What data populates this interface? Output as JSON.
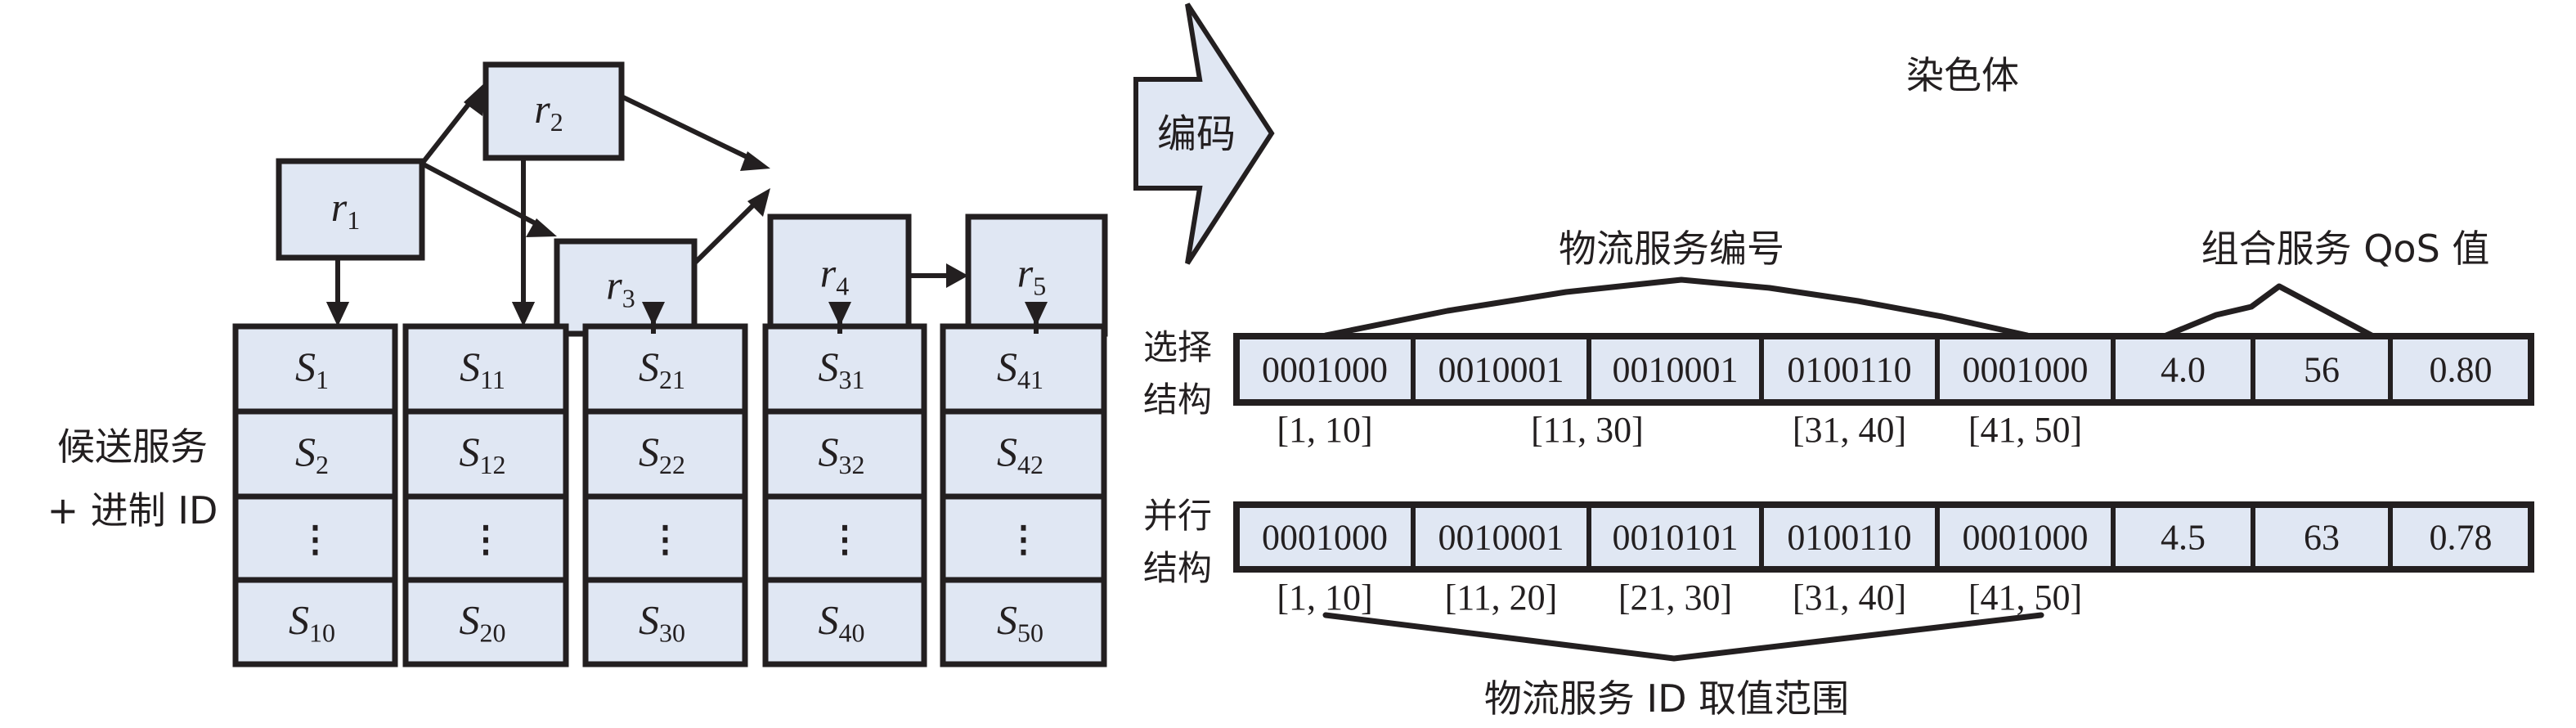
{
  "workflow": {
    "tasks": [
      {
        "id": "r1",
        "base": "r",
        "sub": "1"
      },
      {
        "id": "r2",
        "base": "r",
        "sub": "2"
      },
      {
        "id": "r3",
        "base": "r",
        "sub": "3"
      },
      {
        "id": "r4",
        "base": "r",
        "sub": "4"
      },
      {
        "id": "r5",
        "base": "r",
        "sub": "5"
      }
    ],
    "edges": [
      [
        "r1",
        "r2"
      ],
      [
        "r1",
        "r3"
      ],
      [
        "r2",
        "r4"
      ],
      [
        "r3",
        "r4"
      ],
      [
        "r4",
        "r5"
      ]
    ]
  },
  "candidates": {
    "label_line1": "候送服务",
    "label_line2": "+ 进制 ID",
    "columns": [
      {
        "cells": [
          {
            "base": "S",
            "sub": "1"
          },
          {
            "base": "S",
            "sub": "2"
          },
          {
            "ellipsis": "⋮"
          },
          {
            "base": "S",
            "sub": "10"
          }
        ]
      },
      {
        "cells": [
          {
            "base": "S",
            "sub": "11"
          },
          {
            "base": "S",
            "sub": "12"
          },
          {
            "ellipsis": "⋮"
          },
          {
            "base": "S",
            "sub": "20"
          }
        ]
      },
      {
        "cells": [
          {
            "base": "S",
            "sub": "21"
          },
          {
            "base": "S",
            "sub": "22"
          },
          {
            "ellipsis": "⋮"
          },
          {
            "base": "S",
            "sub": "30"
          }
        ]
      },
      {
        "cells": [
          {
            "base": "S",
            "sub": "31"
          },
          {
            "base": "S",
            "sub": "32"
          },
          {
            "ellipsis": "⋮"
          },
          {
            "base": "S",
            "sub": "40"
          }
        ]
      },
      {
        "cells": [
          {
            "base": "S",
            "sub": "41"
          },
          {
            "base": "S",
            "sub": "42"
          },
          {
            "ellipsis": "⋮"
          },
          {
            "base": "S",
            "sub": "50"
          }
        ]
      }
    ]
  },
  "encode_arrow": {
    "label": "编码"
  },
  "chromosome": {
    "title": "染色体",
    "service_id_label": "物流服务编号",
    "qos_label": "组合服务 QoS 值",
    "range_label": "物流服务 ID 取值范围",
    "rows": [
      {
        "label_line1": "选择",
        "label_line2": "结构",
        "genes": [
          "0001000",
          "0010001",
          "0010001",
          "0100110",
          "0001000"
        ],
        "qos": [
          "4.0",
          "56",
          "0.80"
        ],
        "ranges": [
          {
            "text": "[1, 10]",
            "under": [
              0
            ]
          },
          {
            "text": "[11, 30]",
            "under": [
              1,
              2
            ]
          },
          {
            "text": "[31, 40]",
            "under": [
              3
            ]
          },
          {
            "text": "[41, 50]",
            "under": [
              4
            ]
          }
        ]
      },
      {
        "label_line1": "并行",
        "label_line2": "结构",
        "genes": [
          "0001000",
          "0010001",
          "0010101",
          "0100110",
          "0001000"
        ],
        "qos": [
          "4.5",
          "63",
          "0.78"
        ],
        "ranges": [
          {
            "text": "[1, 10]",
            "under": [
              0
            ]
          },
          {
            "text": "[11, 20]",
            "under": [
              1
            ]
          },
          {
            "text": "[21, 30]",
            "under": [
              2
            ]
          },
          {
            "text": "[31, 40]",
            "under": [
              3
            ]
          },
          {
            "text": "[41, 50]",
            "under": [
              4
            ]
          }
        ]
      }
    ]
  },
  "colors": {
    "fill": "#e0e7f3",
    "stroke": "#231f20"
  }
}
